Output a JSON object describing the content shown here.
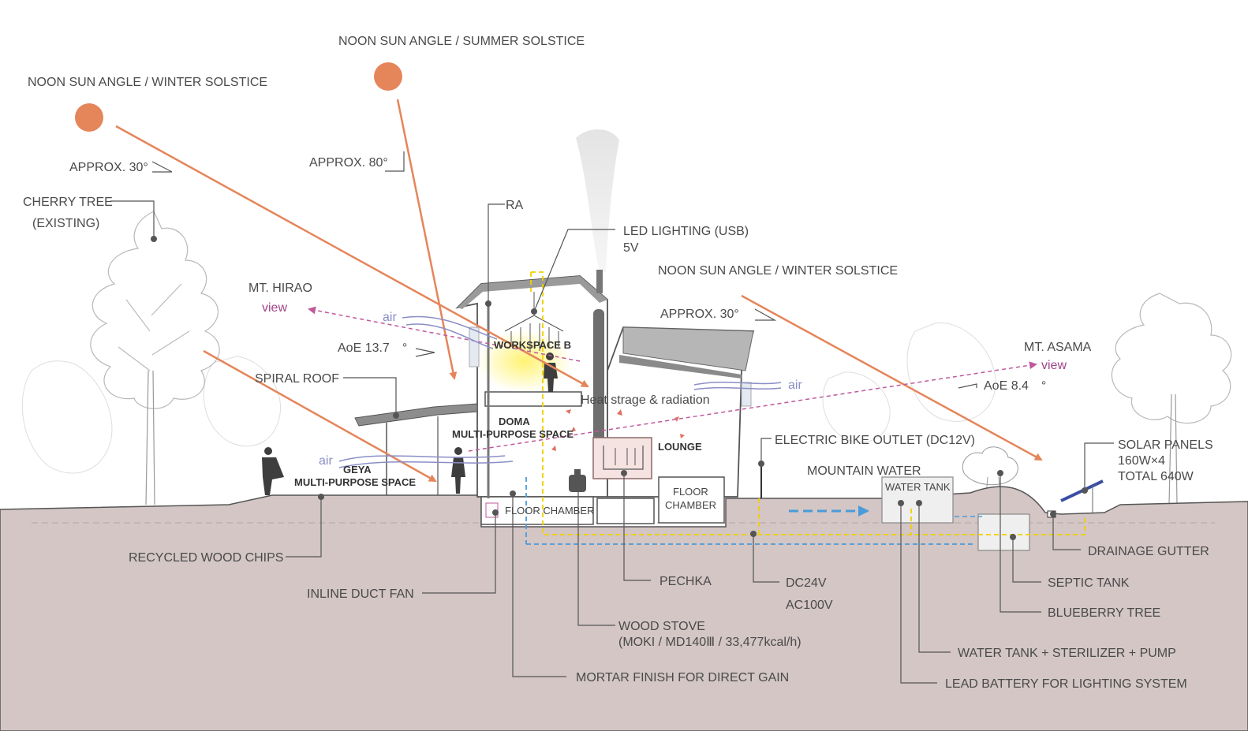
{
  "colors": {
    "sun": "#e5855a",
    "ground": "#d3c6c5",
    "view_line": "#c0589d",
    "air_line": "#8a8fc6",
    "electric_line": "#f0d000",
    "water_line": "#4a9bd9",
    "label_text": "#4a4a4a"
  },
  "suns": {
    "winter_left": {
      "label": "NOON SUN ANGLE / WINTER SOLSTICE",
      "angle": "APPROX. 30°"
    },
    "summer": {
      "label": "NOON SUN ANGLE / SUMMER SOLSTICE",
      "angle": "APPROX. 80°"
    },
    "winter_right": {
      "label": "NOON SUN ANGLE / WINTER SOLSTICE",
      "angle": "APPROX. 30°"
    }
  },
  "landmarks": {
    "cherry_tree": [
      "CHERRY TREE",
      "(EXISTING)"
    ],
    "mt_hirao": "MT. HIRAO",
    "mt_asama": "MT. ASAMA",
    "view_word": "view",
    "air_word": "air",
    "aoe_left": "AoE 13.7　°",
    "aoe_right": "AoE 8.4　°"
  },
  "rooms": {
    "workspace": "WORKSPACE B",
    "doma": [
      "DOMA",
      "MULTI-PURPOSE SPACE"
    ],
    "geya": [
      "GEYA",
      "MULTI-PURPOSE SPACE"
    ],
    "lounge": "LOUNGE",
    "floor_chamber_left": "FLOOR CHAMBER",
    "floor_chamber_right": [
      "FLOOR",
      "CHAMBER"
    ],
    "water_tank": "WATER TANK",
    "heat": "Heat strage & radiation"
  },
  "callouts": {
    "ra": "RA",
    "led": [
      "LED LIGHTING (USB)",
      "5V"
    ],
    "spiral_roof": "SPIRAL ROOF",
    "bike_outlet": "ELECTRIC BIKE OUTLET (DC12V)",
    "mountain_water": "MOUNTAIN WATER",
    "solar": [
      "SOLAR PANELS",
      "160W×4",
      "TOTAL 640W"
    ],
    "wood_chips": "RECYCLED WOOD CHIPS",
    "duct_fan": "INLINE DUCT FAN",
    "pechka": "PECHKA",
    "dc": "DC24V",
    "ac": "AC100V",
    "wood_stove": [
      "WOOD STOVE",
      "(MOKI / MD140Ⅲ / 33,477kcal/h)"
    ],
    "mortar": "MORTAR FINISH FOR DIRECT GAIN",
    "drainage": "DRAINAGE GUTTER",
    "septic": "SEPTIC TANK",
    "blueberry": "BLUEBERRY TREE",
    "water_system": "WATER TANK + STERILIZER + PUMP",
    "battery": "LEAD BATTERY FOR LIGHTING SYSTEM"
  }
}
